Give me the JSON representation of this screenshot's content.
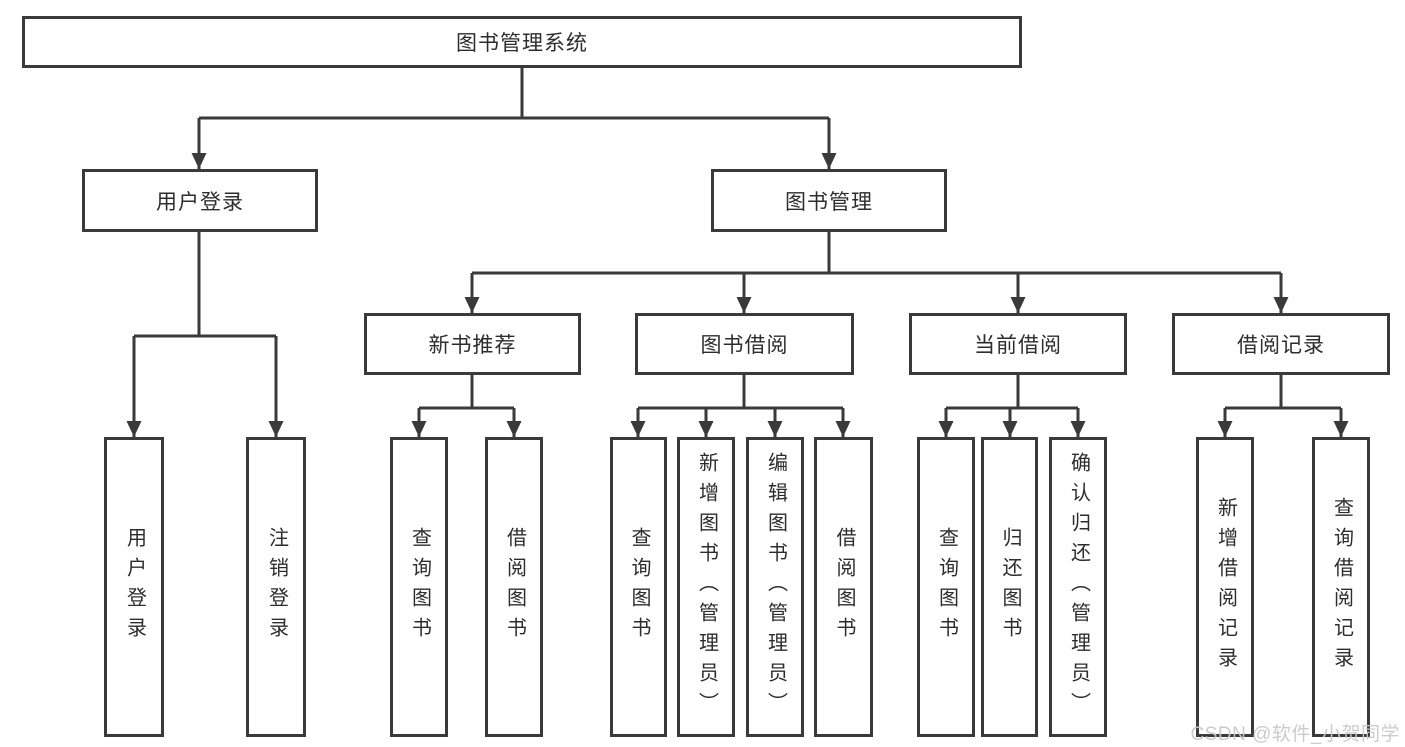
{
  "title": "图书管理系统",
  "nodes": {
    "root": "图书管理系统",
    "user_login": "用户登录",
    "book_management": "图书管理",
    "new_book_recommend": "新书推荐",
    "book_borrow": "图书借阅",
    "current_borrow": "当前借阅",
    "borrow_records": "借阅记录",
    "leaf_user_login": "用户登录",
    "leaf_logout": "注销登录",
    "leaf_nbr_query_books": "查询图书",
    "leaf_nbr_borrow_books": "借阅图书",
    "leaf_bb_query_books": "查询图书",
    "leaf_bb_add_books": "新增图书（管理员）",
    "leaf_bb_edit_books": "编辑图书（管理员）",
    "leaf_bb_borrow_books": "借阅图书",
    "leaf_cb_query_books": "查询图书",
    "leaf_cb_return_books": "归还图书",
    "leaf_cb_confirm_return": "确认归还（管理员）",
    "leaf_br_add_record": "新增借阅记录",
    "leaf_br_query_record": "查询借阅记录"
  },
  "watermark": "CSDN @软件_小贺同学",
  "colors": {
    "line": "#3a3a3a",
    "text": "#2d2d2d",
    "watermark": "#c9c9c9",
    "background": "#ffffff"
  }
}
